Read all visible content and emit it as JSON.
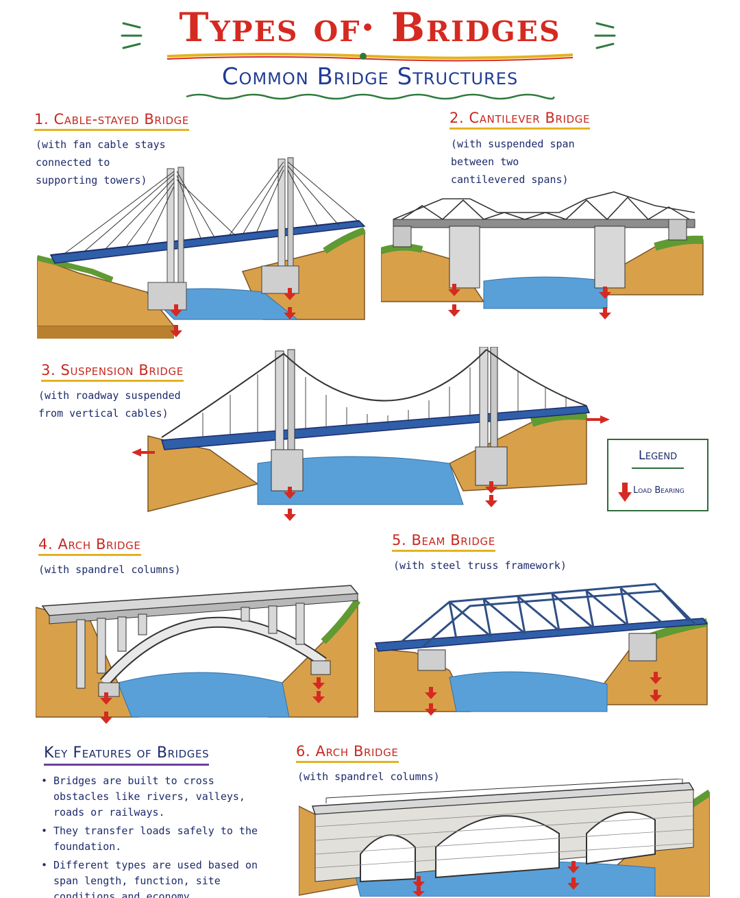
{
  "header": {
    "title": "Types of· Bridges",
    "subtitle": "Common Bridge Structures"
  },
  "sections": [
    {
      "title": "1. Cable-stayed Bridge",
      "desc": "(with fan cable stays\n connected to\n supporting towers)"
    },
    {
      "title": "2. Cantilever Bridge",
      "desc": "(with suspended span\n between two\n cantilevered spans)"
    },
    {
      "title": "3. Suspension Bridge",
      "desc": "(with roadway suspended\n from vertical cables)"
    },
    {
      "title": "4. Arch Bridge",
      "desc": "(with spandrel columns)"
    },
    {
      "title": "5. Beam Bridge",
      "desc": "(with steel truss framework)"
    },
    {
      "title": "6. Arch Bridge",
      "desc": "(with spandrel columns)"
    }
  ],
  "legend": {
    "title": "Legend",
    "item": "Load Bearing"
  },
  "key_features": {
    "title": "Key Features of Bridges",
    "items": [
      "Bridges are built to cross obstacles like rivers, valleys, roads or railways.",
      "They transfer loads safely to the foundation.",
      "Different types are used based on span length, function, site conditions and economy."
    ]
  },
  "colors": {
    "title_red": "#d52a21",
    "navy": "#1c2a6b",
    "water": "#5aa0d8",
    "earth": "#d9a04a",
    "grass": "#5f9a32",
    "concrete": "#cfcfcf",
    "arrow": "#d52a21",
    "legend_border": "#2e6a3c"
  }
}
